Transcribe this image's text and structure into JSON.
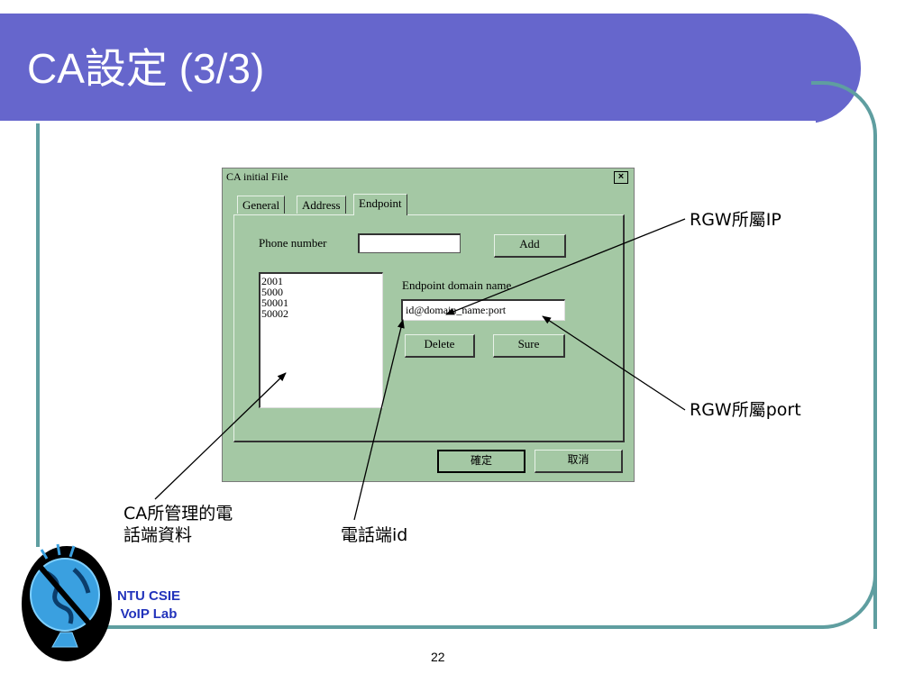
{
  "slide": {
    "title": "CA設定 (3/3)",
    "page_number": "22",
    "logo_line1": "NTU CSIE",
    "logo_line2": "VoIP Lab"
  },
  "dialog": {
    "title": "CA initial File",
    "close_glyph": "×",
    "tabs": [
      {
        "label": "General"
      },
      {
        "label": "Address"
      },
      {
        "label": "Endpoint",
        "selected": true
      }
    ],
    "phone_label": "Phone number",
    "phone_value": "",
    "add_label": "Add",
    "numbers": [
      "2001",
      "5000",
      "50001",
      "50002"
    ],
    "domain_label": "Endpoint domain name",
    "domain_value": "id@domain_name:port",
    "delete_label": "Delete",
    "sure_label": "Sure",
    "ok_label": "確定",
    "cancel_label": "取消"
  },
  "annotations": {
    "rgw_ip": "RGW所屬IP",
    "rgw_port": "RGW所屬port",
    "ca_data_line1": "CA所管理的電",
    "ca_data_line2": "話端資料",
    "phone_id": "電話端id"
  },
  "colors": {
    "title_bar": "#6666cc",
    "frame": "#5f9ea0",
    "dialog_bg": "#a4c8a4",
    "logo_text": "#2233bb"
  }
}
